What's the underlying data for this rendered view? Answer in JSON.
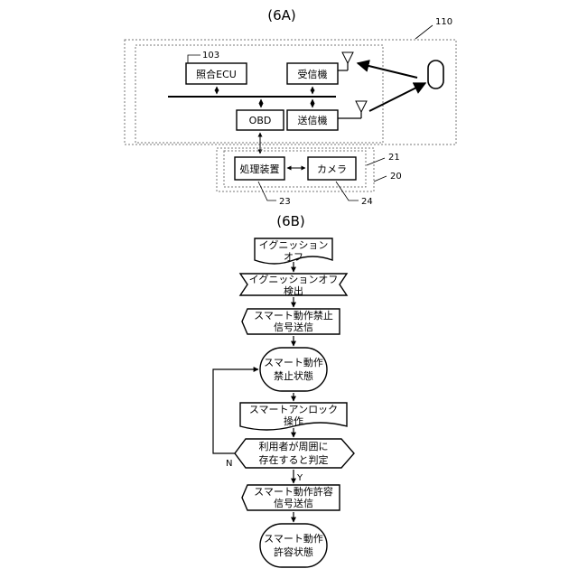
{
  "fig_6a": {
    "title": "(6A)",
    "ref_vehicle": "110",
    "ref_collation_ecu": "103",
    "ref_inner_frame": "21",
    "ref_outer_frame": "20",
    "ref_processor": "23",
    "ref_camera": "24",
    "collation_ecu": "照合ECU",
    "receiver": "受信機",
    "obd": "OBD",
    "transmitter": "送信機",
    "processor": "処理装置",
    "camera": "カメラ"
  },
  "fig_6b": {
    "title": "(6B)",
    "ignition_off": [
      "イグニッション",
      "オフ"
    ],
    "ignition_off_detect": [
      "イグニッションオフ",
      "検出"
    ],
    "prohibit_signal": [
      "スマート動作禁止",
      "信号送信"
    ],
    "prohibit_state": [
      "スマート動作",
      "禁止状態"
    ],
    "unlock_op": [
      "スマートアンロック",
      "操作"
    ],
    "decision": [
      "利用者が周囲に",
      "存在すると判定"
    ],
    "decision_no": "N",
    "decision_yes": "Y",
    "permit_signal": [
      "スマート動作許容",
      "信号送信"
    ],
    "permit_state": [
      "スマート動作",
      "許容状態"
    ]
  }
}
